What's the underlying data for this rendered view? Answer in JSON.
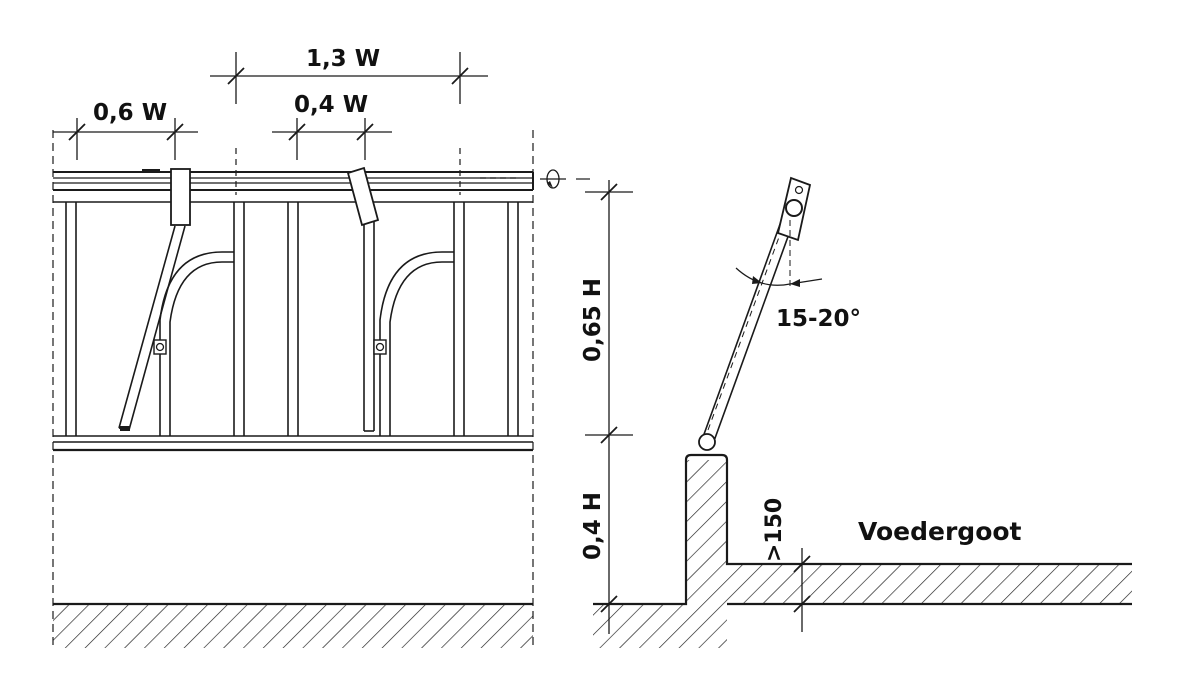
{
  "labels": {
    "dim_top": "1,3 W",
    "dim_mid": "0,4 W",
    "dim_left": "0,6 W",
    "dim_upper_height": "0,65 H",
    "dim_lower_height": "0,4 H",
    "angle": "15-20°",
    "trough_min": ">150",
    "trough": "Voedergoot"
  },
  "colors": {
    "ink": "#1a1a1a",
    "paper": "#ffffff"
  }
}
